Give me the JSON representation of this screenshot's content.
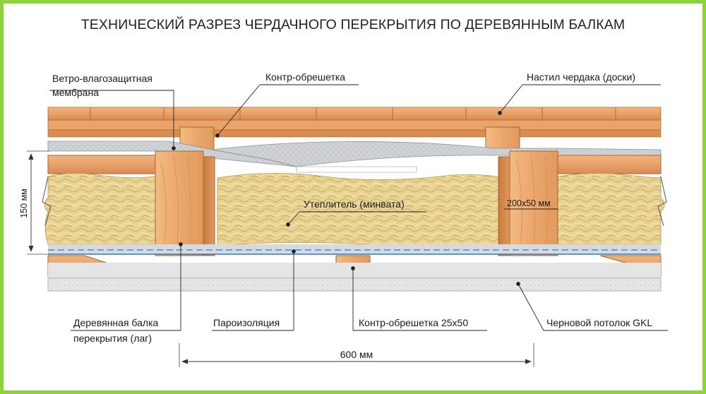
{
  "title": "ТЕХНИЧЕСКИЙ РАЗРЕЗ ЧЕРДАЧНОГО ПЕРЕКРЫТИЯ ПО ДЕРЕВЯННЫМ БАЛКАМ",
  "labels": {
    "membrane_line1": "Ветро-влагозащитная",
    "membrane_line2": "мембрана",
    "counter_batten_top": "Контр-обрешетка",
    "attic_floor": "Настил чердака (доски)",
    "insulation": "Утеплитель (минвата)",
    "beam_size": "200х50 мм",
    "beam_line1": "Деревянная балка",
    "beam_line2": "перекрытия (лаг)",
    "vapor_barrier": "Пароизоляция",
    "counter_batten_bottom": "Контр-обрешетка 25х50",
    "ceiling": "Черновой потолок GKL"
  },
  "dimensions": {
    "height": "150 мм",
    "spacing": "600 мм"
  },
  "colors": {
    "frame": "#8cd33a",
    "wood": "#e8a76a",
    "wood_dark": "#c97a3c",
    "insulation": "#e6d08a",
    "membrane": "#c9ccd0",
    "vapor_line": "#3a8fd6",
    "gkl": "#e4e4e4"
  }
}
